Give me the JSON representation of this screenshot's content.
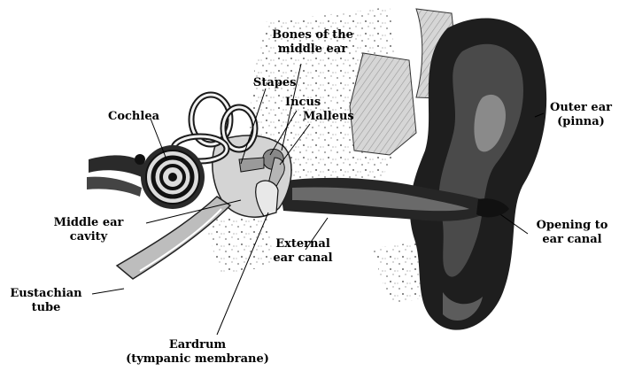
{
  "labels": {
    "bones_line1": "Bones of the",
    "bones_line2": "middle ear",
    "stapes": "Stapes",
    "incus": "Incus",
    "malleus": "Malleus",
    "cochlea": "Cochlea",
    "outer_ear_line1": "Outer ear",
    "outer_ear_line2": "(pinna)",
    "middle_ear_line1": "Middle ear",
    "middle_ear_line2": "cavity",
    "opening_line1": "Opening to",
    "opening_line2": "ear canal",
    "external_line1": "External",
    "external_line2": "ear canal",
    "eustachian_line1": "Eustachian",
    "eustachian_line2": "tube",
    "eardrum_line1": "Eardrum",
    "eardrum_line2": "(tympanic membrane)"
  }
}
